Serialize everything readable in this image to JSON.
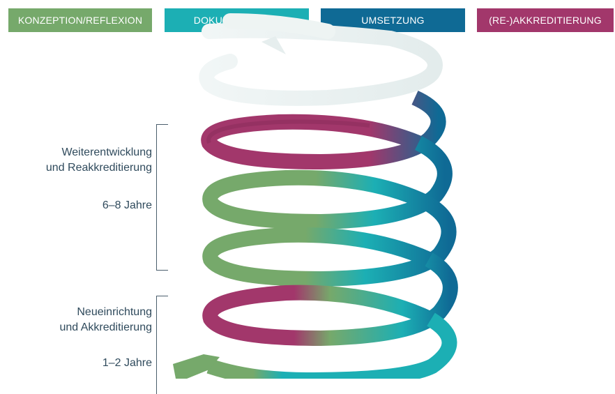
{
  "legend": [
    {
      "label": "KONZEPTION/REFLEXION",
      "color": "#76a96b"
    },
    {
      "label": "DOKUMENTATION",
      "color": "#1cafb4"
    },
    {
      "label": "UMSETZUNG",
      "color": "#0f6a95"
    },
    {
      "label": "(RE-)AKKREDITIERUNG",
      "color": "#a2376b"
    }
  ],
  "phases": {
    "weiterentwicklung": {
      "title": "Weiterentwicklung\nund Reakkreditierung",
      "duration": "6–8 Jahre"
    },
    "neueinrichtung": {
      "title": "Neueinrichtung\nund Akkreditierung",
      "duration": "1–2 Jahre"
    }
  },
  "colors": {
    "green": "#76a96b",
    "teal": "#1cafb4",
    "blue": "#0f6a95",
    "magenta": "#a2376b",
    "faded": "#e8efef",
    "text": "#2f4a5c"
  },
  "icons": [
    "spiral-arrow-icon"
  ]
}
